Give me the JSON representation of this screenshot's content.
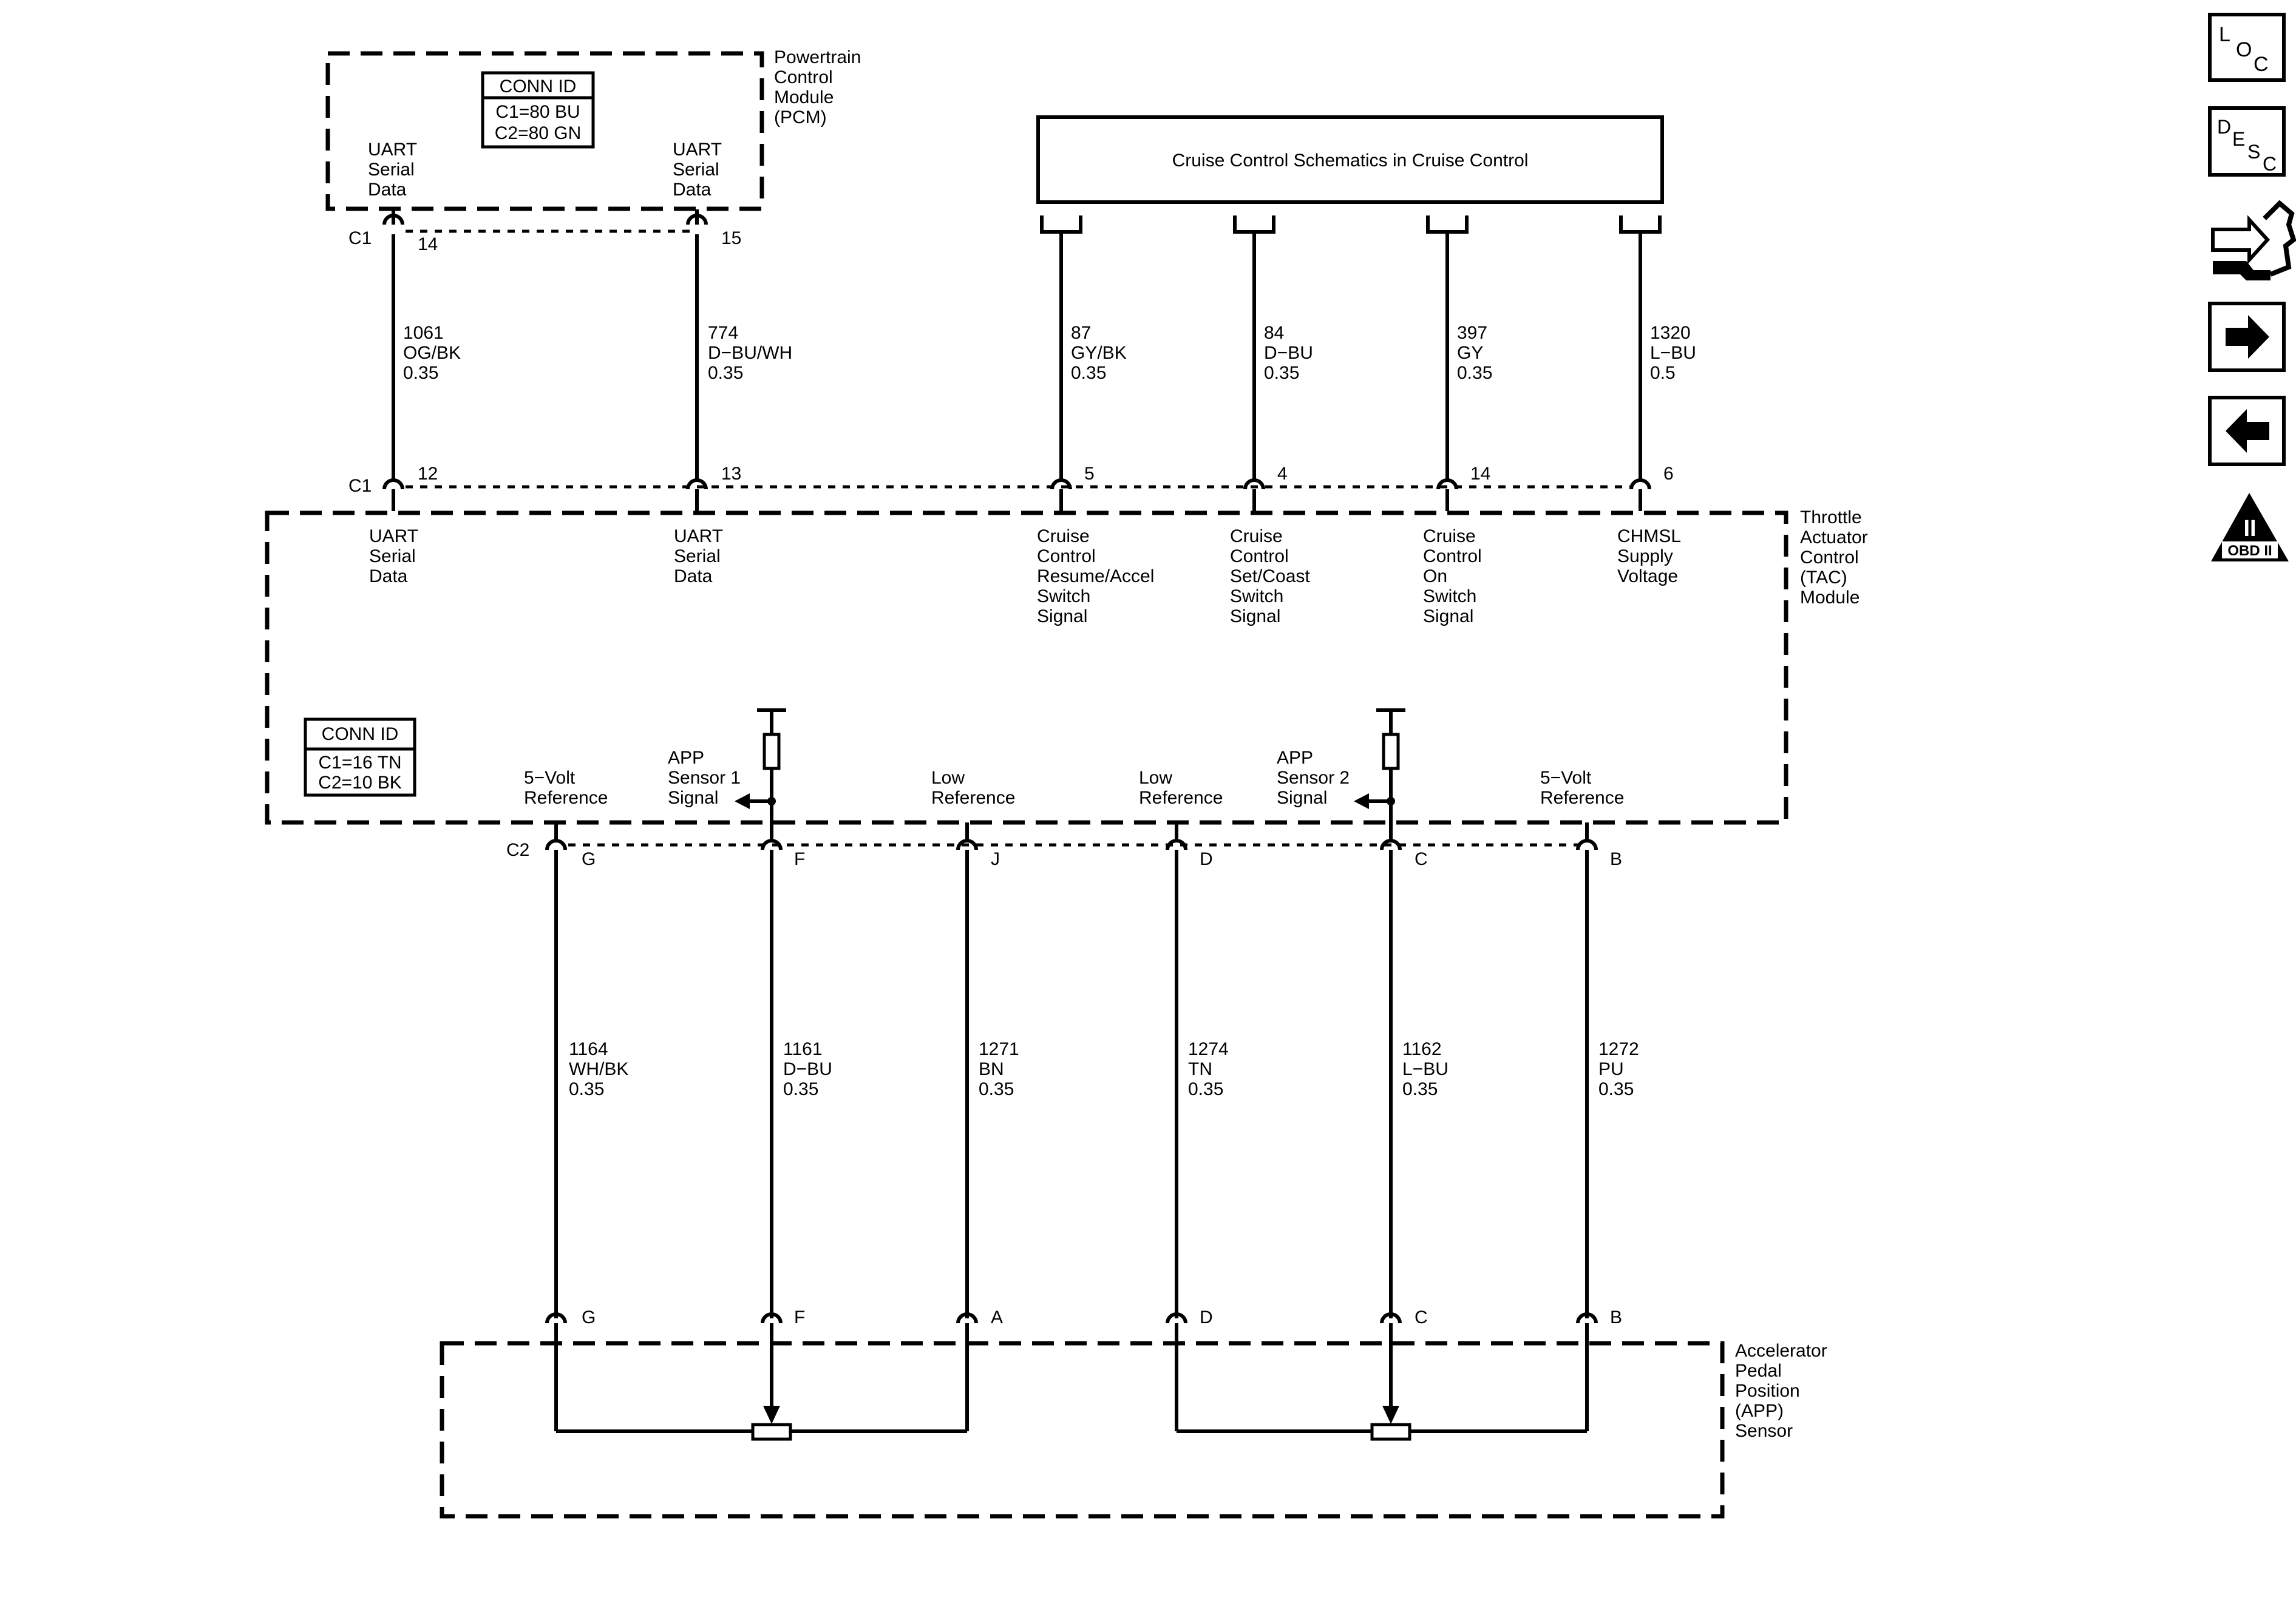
{
  "pcm": {
    "name": [
      "Powertrain",
      "Control",
      "Module",
      "(PCM)"
    ],
    "conn_title": "CONN ID",
    "conn_lines": [
      "C1=80 BU",
      "C2=80 GN"
    ],
    "pin_label_left": [
      "UART",
      "Serial",
      "Data"
    ],
    "pin_label_right": [
      "UART",
      "Serial",
      "Data"
    ],
    "conn": "C1",
    "pins": [
      "14",
      "15"
    ]
  },
  "cruise": {
    "title": "Cruise Control Schematics in Cruise Control"
  },
  "tac": {
    "name": [
      "Throttle",
      "Actuator",
      "Control",
      "(TAC)",
      "Module"
    ],
    "conn_title": "CONN ID",
    "conn_lines": [
      "C1=16 TN",
      "C2=10 BK"
    ],
    "c1": "C1",
    "c2": "C2",
    "top_pins": [
      "12",
      "13",
      "5",
      "4",
      "14",
      "6"
    ],
    "top_labels": [
      [
        "UART",
        "Serial",
        "Data"
      ],
      [
        "UART",
        "Serial",
        "Data"
      ],
      [
        "Cruise",
        "Control",
        "Resume/Accel",
        "Switch",
        "Signal"
      ],
      [
        "Cruise",
        "Control",
        "Set/Coast",
        "Switch",
        "Signal"
      ],
      [
        "Cruise",
        "Control",
        "On",
        "Switch",
        "Signal"
      ],
      [
        "CHMSL",
        "Supply",
        "Voltage"
      ]
    ],
    "bottom_pins": [
      "G",
      "F",
      "J",
      "D",
      "C",
      "B"
    ],
    "bottom_labels": [
      [
        "5−Volt",
        "Reference"
      ],
      [
        "APP",
        "Sensor 1",
        "Signal"
      ],
      [
        "Low",
        "Reference"
      ],
      [
        "Low",
        "Reference"
      ],
      [
        "APP",
        "Sensor 2",
        "Signal"
      ],
      [
        "5−Volt",
        "Reference"
      ]
    ]
  },
  "wires_upper": [
    [
      "1061",
      "OG/BK",
      "0.35"
    ],
    [
      "774",
      "D−BU/WH",
      "0.35"
    ],
    [
      "87",
      "GY/BK",
      "0.35"
    ],
    [
      "84",
      "D−BU",
      "0.35"
    ],
    [
      "397",
      "GY",
      "0.35"
    ],
    [
      "1320",
      "L−BU",
      "0.5"
    ]
  ],
  "wires_lower": [
    [
      "1164",
      "WH/BK",
      "0.35"
    ],
    [
      "1161",
      "D−BU",
      "0.35"
    ],
    [
      "1271",
      "BN",
      "0.35"
    ],
    [
      "1274",
      "TN",
      "0.35"
    ],
    [
      "1162",
      "L−BU",
      "0.35"
    ],
    [
      "1272",
      "PU",
      "0.35"
    ]
  ],
  "app": {
    "name": [
      "Accelerator",
      "Pedal",
      "Position",
      "(APP)",
      "Sensor"
    ],
    "pins": [
      "G",
      "F",
      "A",
      "D",
      "C",
      "B"
    ]
  },
  "nav": {
    "loc": [
      "L",
      "O",
      "C"
    ],
    "desc": [
      "D",
      "E",
      "S",
      "C"
    ],
    "obd": [
      "II",
      "OBD II"
    ],
    "icons": [
      "location-icon",
      "description-icon",
      "connector-tool-icon",
      "next-arrow-icon",
      "previous-arrow-icon",
      "obd-ii-icon"
    ]
  }
}
